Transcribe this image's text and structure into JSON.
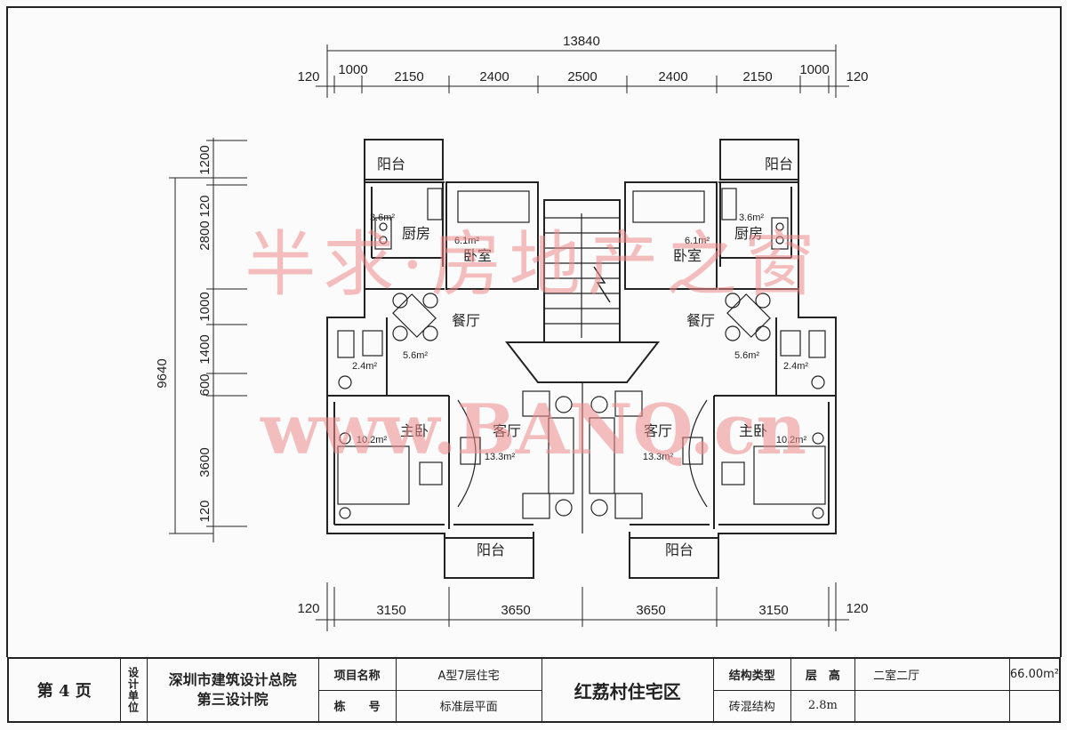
{
  "dimensions": {
    "overall_top": "13840",
    "top_segments": [
      "120",
      "1000",
      "2150",
      "2400",
      "2500",
      "2400",
      "2150",
      "1000",
      "120"
    ],
    "bottom_segments": [
      "120",
      "3150",
      "3650",
      "3650",
      "3150",
      "120"
    ],
    "left_overall": "9640",
    "left_segments": [
      "1200",
      "120",
      "2800",
      "1000",
      "1400",
      "600",
      "3600",
      "120"
    ]
  },
  "rooms": {
    "balcony_tl": "阳台",
    "balcony_tr": "阳台",
    "kitchen_l": "厨房",
    "kitchen_r": "厨房",
    "kitchen_area_l": "3.6m²",
    "kitchen_area_r": "3.6m²",
    "bedroom_l": "卧室",
    "bedroom_r": "卧室",
    "bedroom_area_l": "6.1m²",
    "bedroom_area_r": "6.1m²",
    "dining_l": "餐厅",
    "dining_r": "餐厅",
    "dining_area_l": "5.6m²",
    "dining_area_r": "5.6m²",
    "bath_area_l": "2.4m²",
    "bath_area_r": "2.4m²",
    "master_l": "主卧",
    "master_r": "主卧",
    "master_area_l": "10.2m²",
    "master_area_r": "10.2m²",
    "living_l": "客厅",
    "living_r": "客厅",
    "living_area_l": "13.3m²",
    "living_area_r": "13.3m²",
    "balcony_bl": "阳台",
    "balcony_br": "阳台"
  },
  "watermark": {
    "line1": "半求·房地产之窗",
    "line2": "www.BANQ.cn"
  },
  "titleblock": {
    "page": "第 4 页",
    "design_unit_label": "设计单位",
    "design_unit_line1": "深圳市建筑设计总院",
    "design_unit_line2": "第三设计院",
    "project_name_label": "项目名称",
    "project_name": "A型7层住宅",
    "sheet_label": "栋　　号",
    "sheet_value": "标准层平面",
    "project_title": "红荔村住宅区",
    "structure_label": "结构类型",
    "structure_value": "砖混结构",
    "floor_height_label": "层　高",
    "floor_height_value": "2.8m",
    "layout_type": "二室二厅",
    "area_value": "66.00m²"
  }
}
